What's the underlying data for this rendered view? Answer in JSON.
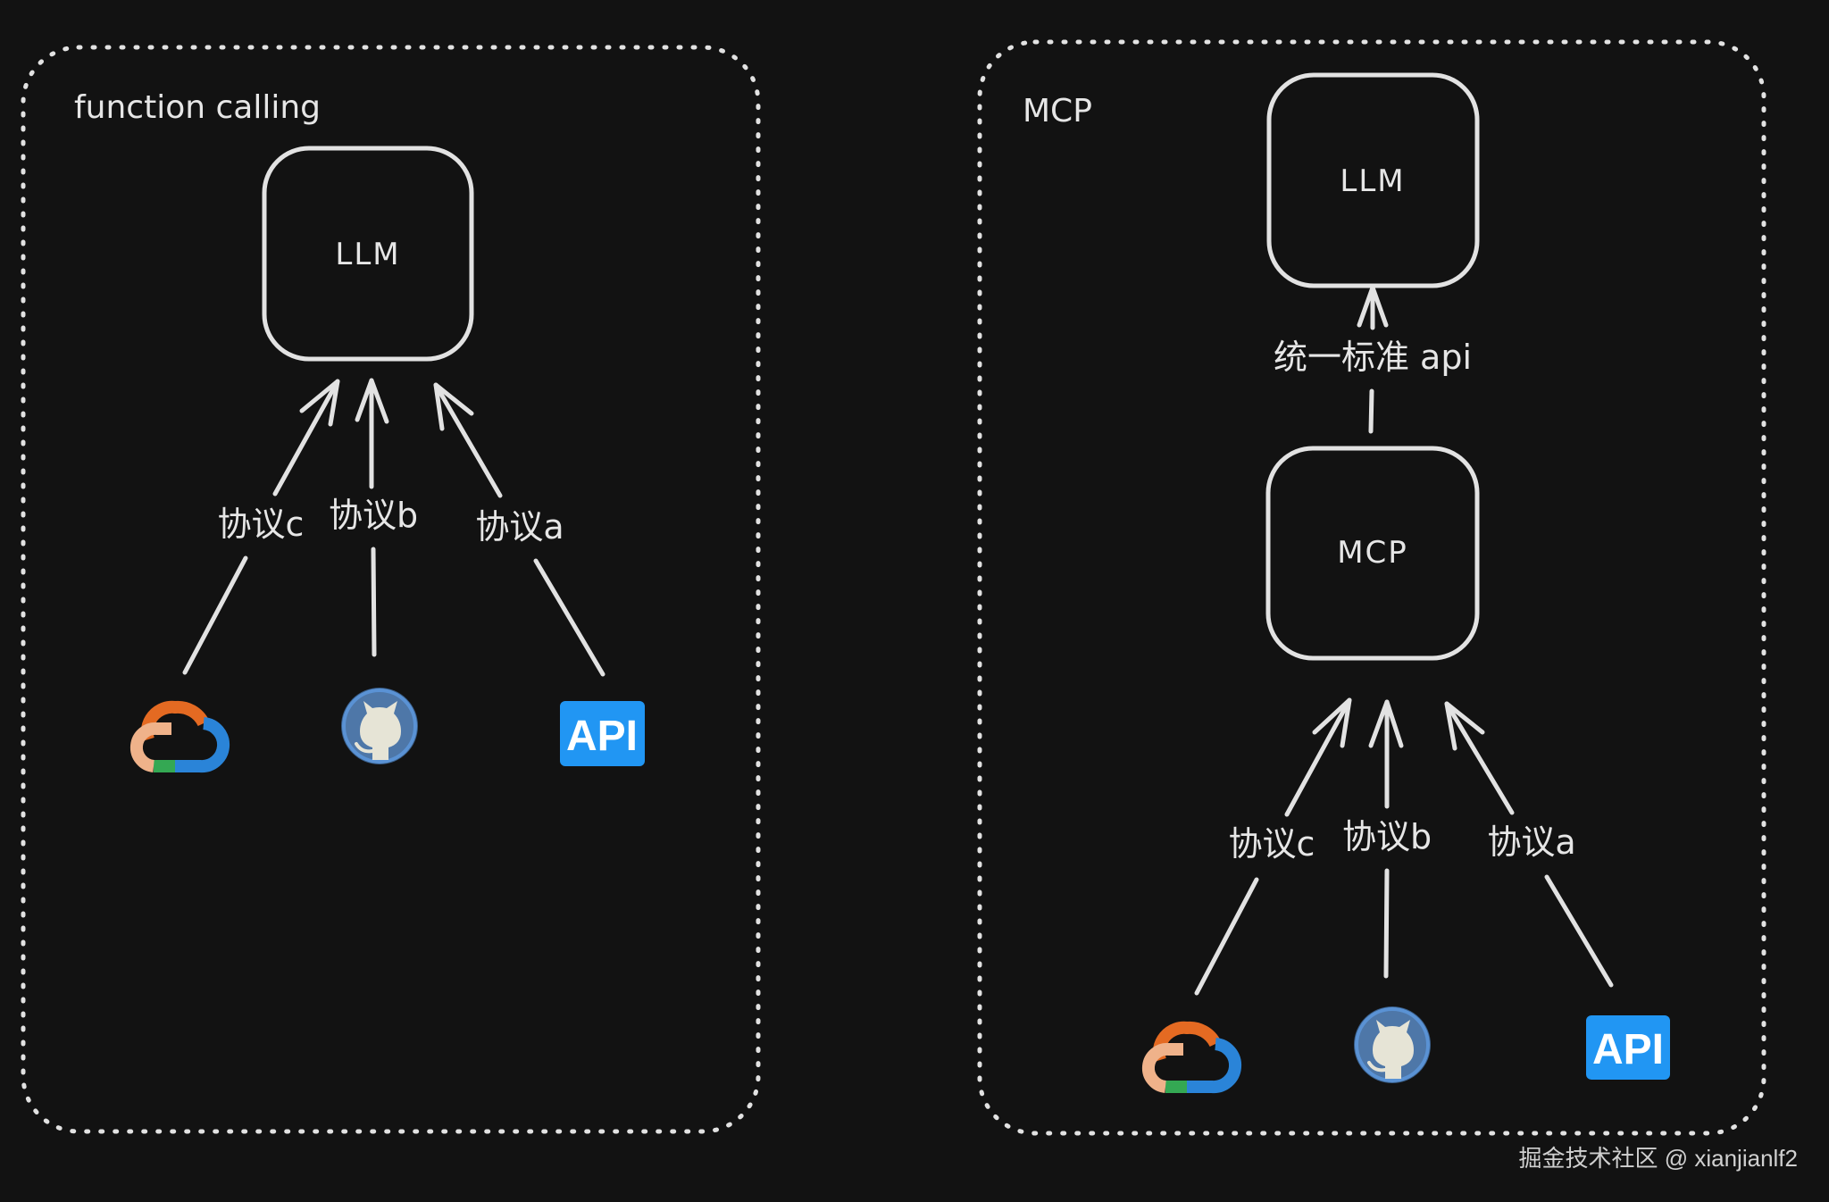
{
  "watermark": "掘金技术社区 @ xianjianlf2",
  "colors": {
    "background": "#121212",
    "stroke": "#e2e2e2",
    "api_badge": "#2196F3",
    "github_ring": "#4A86C8",
    "github_fill": "#4E77A8",
    "github_cat": "#E6E4D6",
    "cloud_orange": "#E46A22",
    "cloud_blue": "#2A84D8",
    "cloud_green": "#34A853",
    "cloud_peach": "#EFB28A"
  },
  "panels": {
    "function_calling": {
      "title": "function calling",
      "llm_label": "LLM",
      "edges": [
        {
          "label": "协议c",
          "source_icon": "google-cloud-icon"
        },
        {
          "label": "协议b",
          "source_icon": "github-icon"
        },
        {
          "label": "协议a",
          "source_icon": "api-icon"
        }
      ],
      "api_text": "API"
    },
    "mcp": {
      "title": "MCP",
      "llm_label": "LLM",
      "mcp_label": "MCP",
      "unified_label": "统一标准 api",
      "edges": [
        {
          "label": "协议c",
          "source_icon": "google-cloud-icon"
        },
        {
          "label": "协议b",
          "source_icon": "github-icon"
        },
        {
          "label": "协议a",
          "source_icon": "api-icon"
        }
      ],
      "api_text": "API"
    }
  }
}
